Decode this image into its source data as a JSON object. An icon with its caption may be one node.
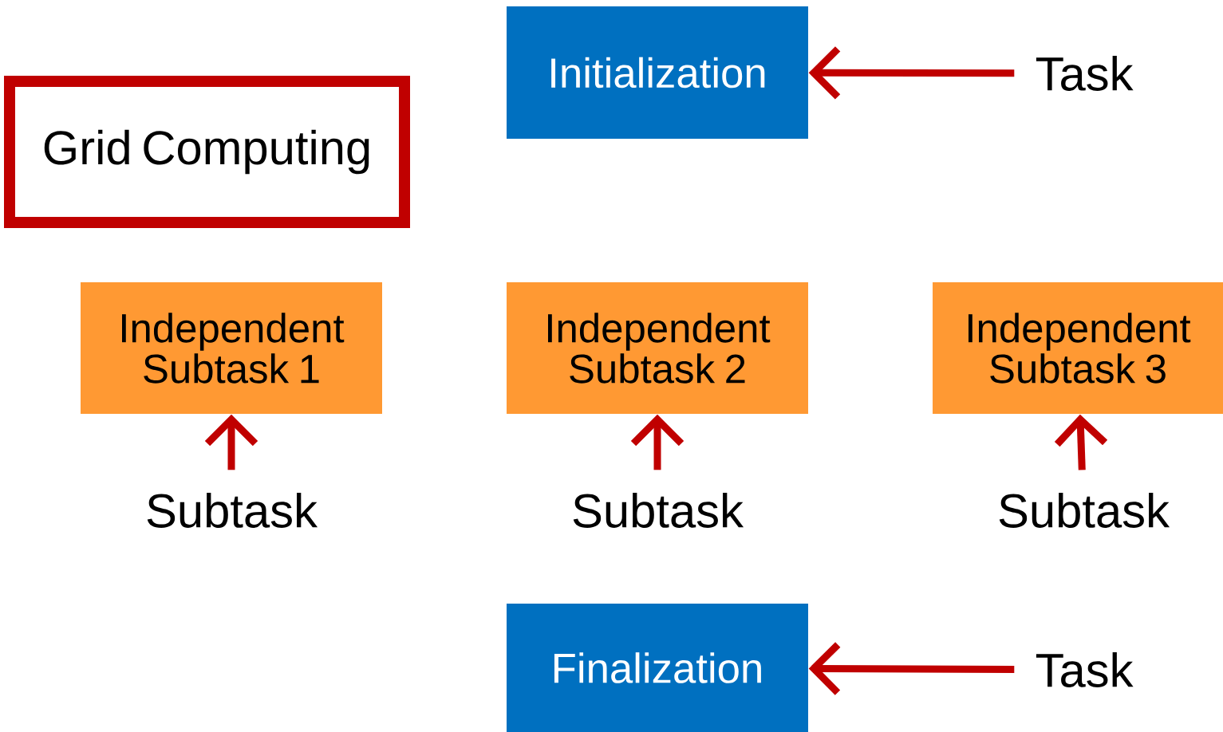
{
  "diagram": {
    "nodes": [
      {
        "text": [
          "Grid Computing"
        ]
      },
      {
        "text": [
          "Initialization"
        ]
      },
      {
        "text": [
          "Task"
        ]
      },
      {
        "text": [
          "Independent Subtask 1"
        ]
      },
      {
        "text": [
          "Subtask"
        ]
      },
      {
        "text": [
          "Independent Subtask 2"
        ]
      },
      {
        "text": [
          "Subtask"
        ]
      },
      {
        "text": [
          "Independent Subtask 3"
        ]
      },
      {
        "text": [
          "Subtask"
        ]
      },
      {
        "text": [
          "Finalization"
        ]
      },
      {
        "text": [
          "Task"
        ]
      }
    ],
    "edges": [
      {
        "from": 2,
        "to": 1,
        "arrow": "to"
      },
      {
        "from": 4,
        "to": 3,
        "arrow": "to"
      },
      {
        "from": 6,
        "to": 5,
        "arrow": "to"
      },
      {
        "from": 8,
        "to": 7,
        "arrow": "to"
      },
      {
        "from": 10,
        "to": 9,
        "arrow": "to"
      }
    ]
  }
}
